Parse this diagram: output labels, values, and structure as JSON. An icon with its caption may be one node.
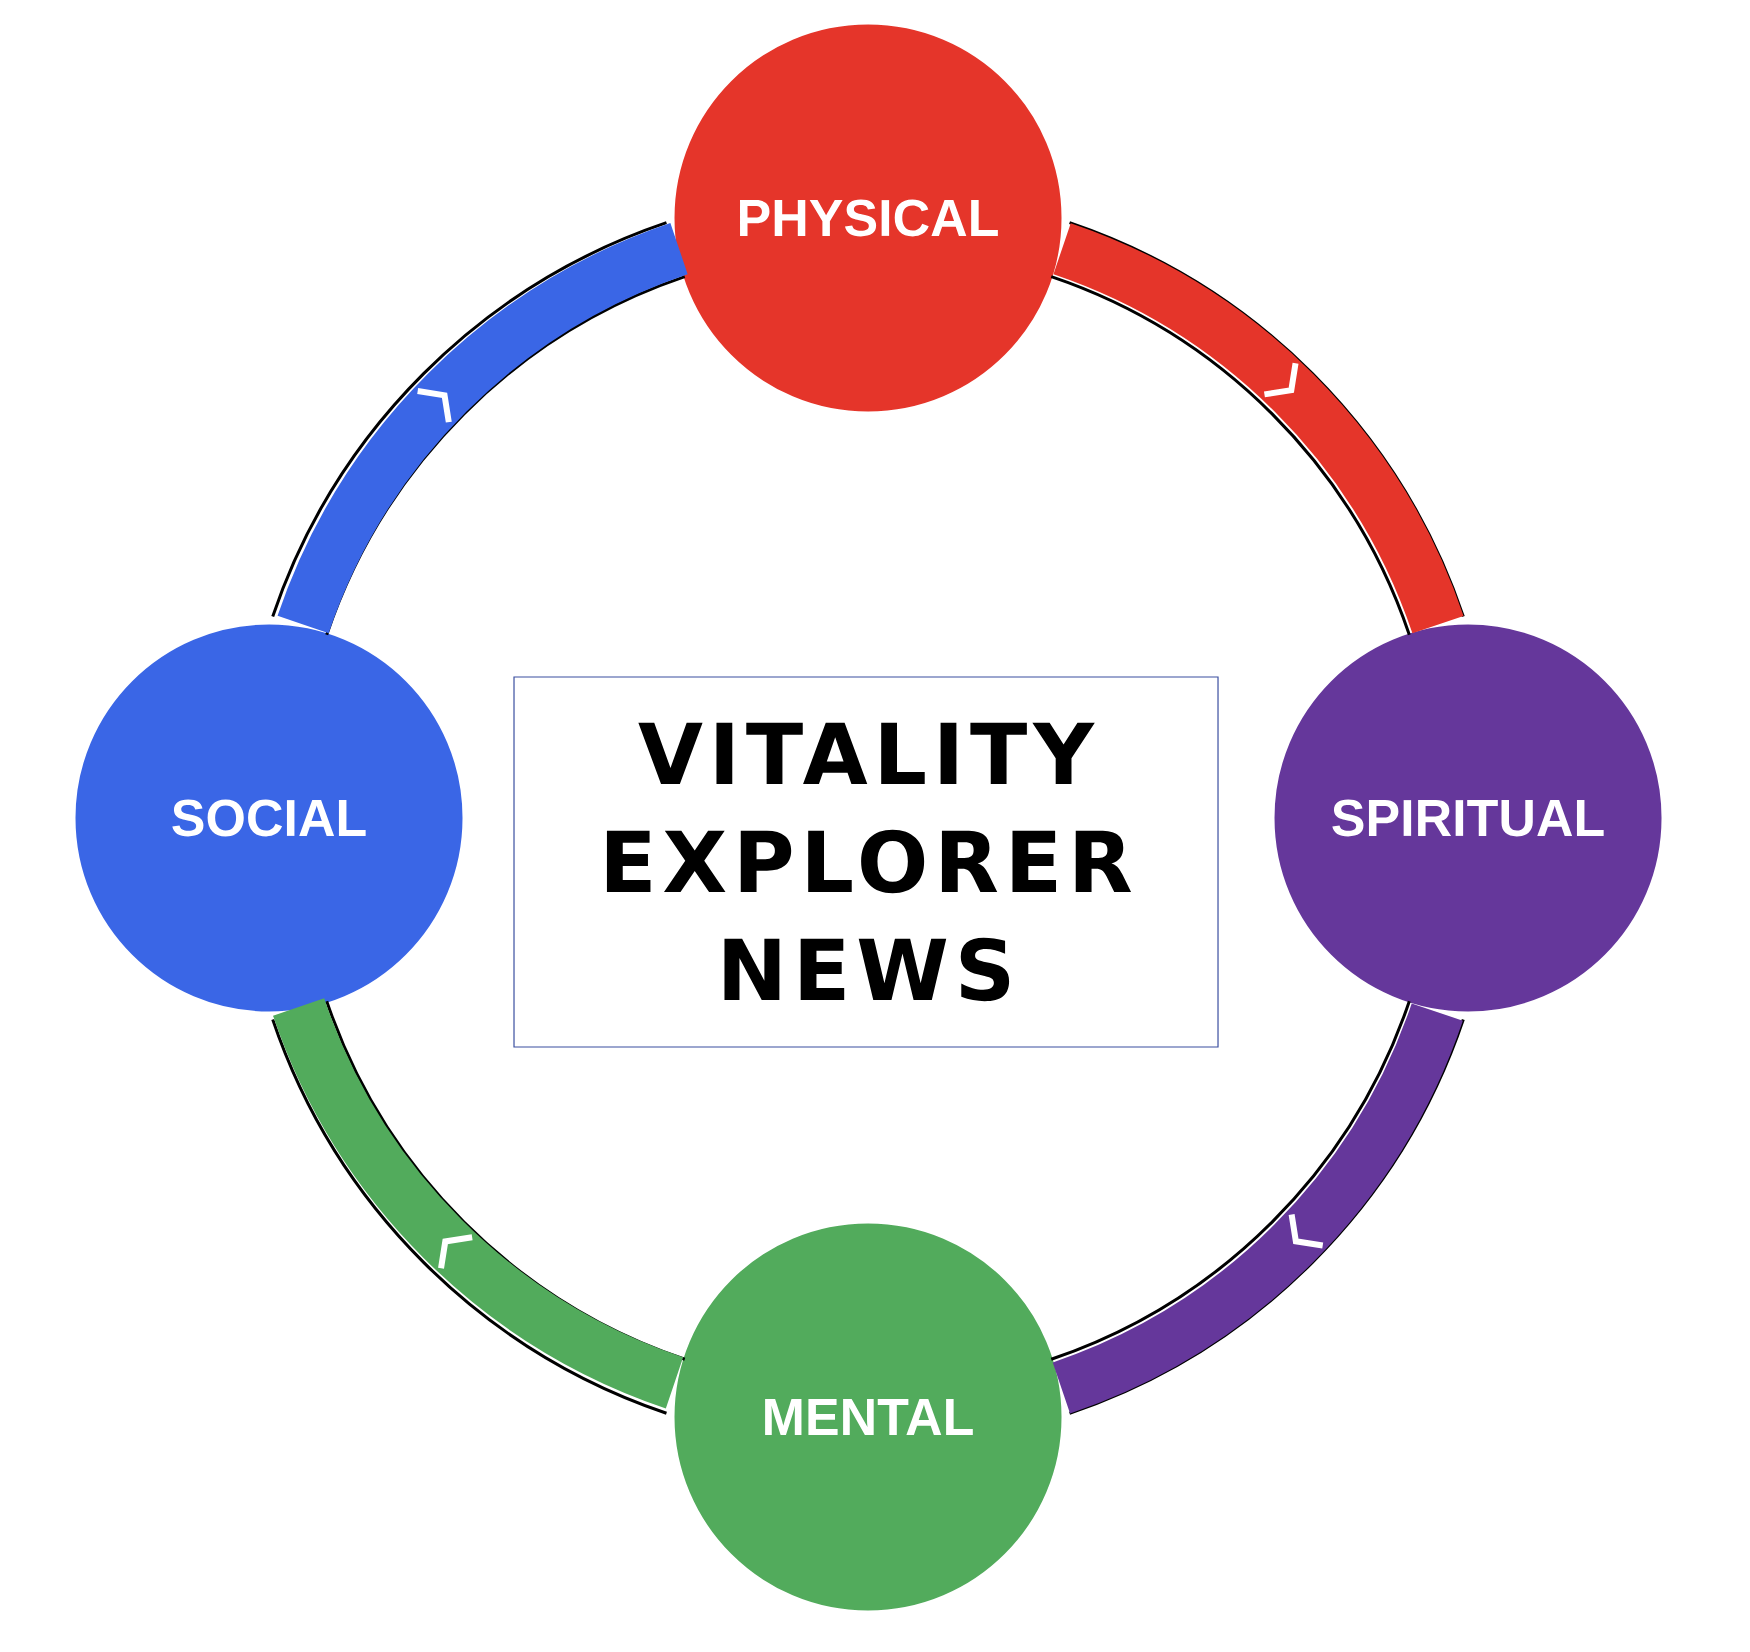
{
  "diagram": {
    "nodes": [
      {
        "text": [
          "PHYSICAL"
        ]
      },
      {
        "text": [
          "SPIRITUAL"
        ]
      },
      {
        "text": [
          "MENTAL"
        ]
      },
      {
        "text": [
          "SOCIAL"
        ]
      },
      {
        "text": [
          "VITALITY EXPLORER NEWS"
        ]
      }
    ],
    "edges": [
      {
        "from": 0,
        "to": 1,
        "arrow": "to",
        "color": "#e5352a"
      },
      {
        "from": 1,
        "to": 2,
        "arrow": "to",
        "color": "#65379b"
      },
      {
        "from": 2,
        "to": 3,
        "arrow": "to",
        "color": "#52ab5c"
      },
      {
        "from": 3,
        "to": 0,
        "arrow": "to",
        "color": "#3a66e6"
      }
    ]
  }
}
